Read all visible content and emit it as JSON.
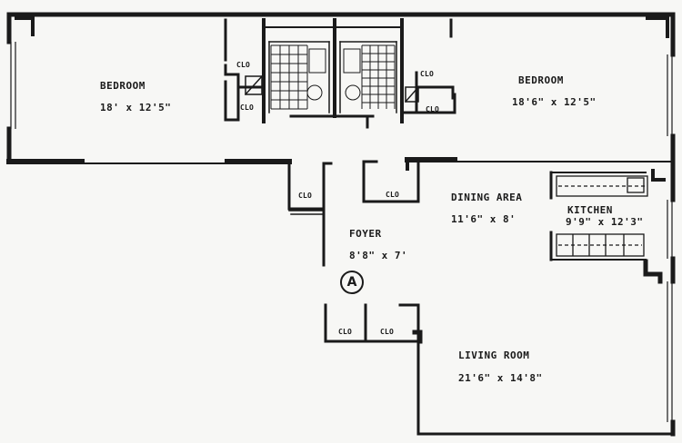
{
  "rooms": {
    "bedroom_left": {
      "name": "BEDROOM",
      "dims": "18' x 12'5\""
    },
    "bedroom_right": {
      "name": "BEDROOM",
      "dims": "18'6\" x 12'5\""
    },
    "foyer": {
      "name": "FOYER",
      "dims": "8'8\" x 7'"
    },
    "dining": {
      "name": "DINING AREA",
      "dims": "11'6\" x 8'"
    },
    "kitchen": {
      "name": "KITCHEN",
      "dims": "9'9\" x 12'3\""
    },
    "living": {
      "name": "LIVING ROOM",
      "dims": "21'6\" x 14'8\""
    }
  },
  "closet_label": "CLO",
  "unit_marker": "A",
  "colors": {
    "wall": "#1a1a1a",
    "paper": "#f7f7f5"
  }
}
